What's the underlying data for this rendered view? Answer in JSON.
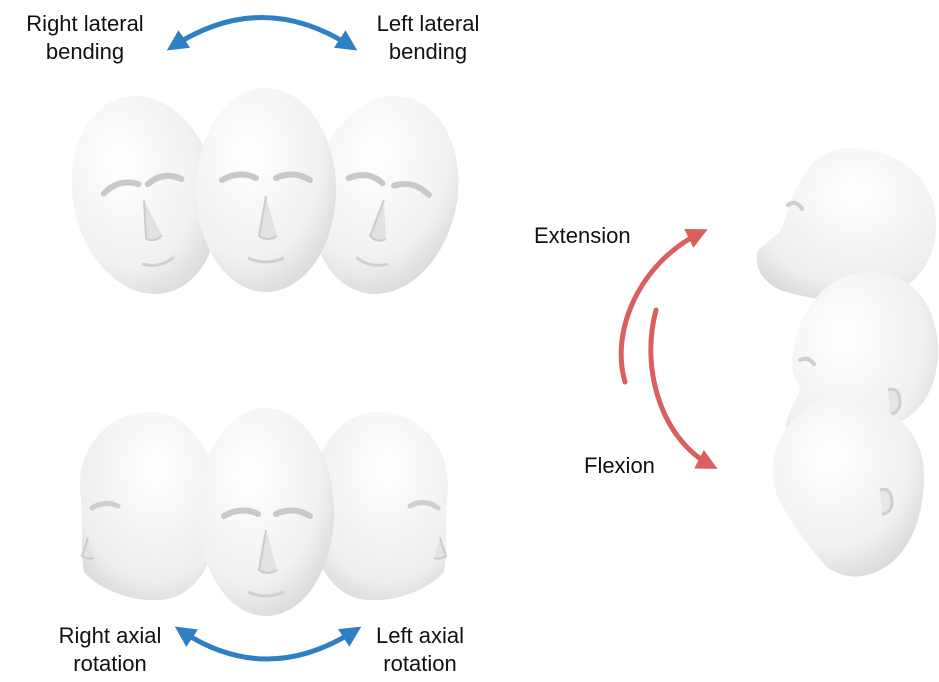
{
  "labels": {
    "right_lateral_bending": [
      "Right lateral",
      "bending"
    ],
    "left_lateral_bending": [
      "Left lateral",
      "bending"
    ],
    "right_axial_rotation": [
      "Right axial",
      "rotation"
    ],
    "left_axial_rotation": [
      "Left axial",
      "rotation"
    ],
    "extension": "Extension",
    "flexion": "Flexion"
  },
  "colors": {
    "lateral_arrow": "#2f7fc4",
    "axial_arrow": "#2f7fc4",
    "sagittal_arrow": "#d9605f",
    "head_fill_light": "#ffffff",
    "head_fill_dark": "#dcdcdc",
    "head_feature_shadow": "#c9c9c9",
    "text": "#111111"
  },
  "icons": {
    "lateral_arrow": "double-headed-curved-arrow",
    "axial_arrow": "double-headed-curved-arrow",
    "extension_arrow": "curved-arrow-up",
    "flexion_arrow": "curved-arrow-down",
    "heads": "mannequin-head"
  }
}
